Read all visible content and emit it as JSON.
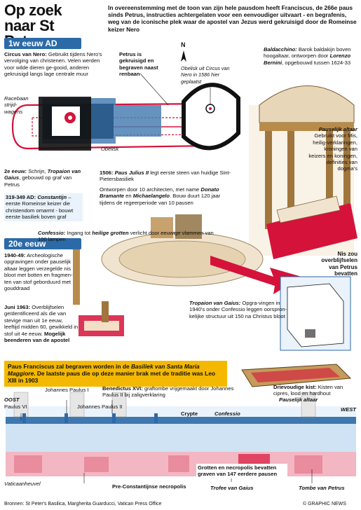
{
  "title_line1": "Op zoek",
  "title_line2": "naar St Petrus",
  "intro": "In overeenstemming met de toon van zijn hele pausdom heeft Franciscus, de 266e paus sinds Petrus, instructies achtergelaten voor een eenvoudiger uitvaart - en begrafenis, weg van de iconische plek waar de apostel van Jezus werd gekruisigd door de Romeinse keizer Nero",
  "section_1w": "1w eeuw AD",
  "section_20e": "20e eeuw",
  "circus_head": "Circus van Nero:",
  "circus_text": "Gebruikt tijdens Nero's vervolging van christenen. Velen werden voor wilde dieren ge-gooid, anderen gekruisigd langs lage centrale muur",
  "racebaan": "Racebaan strijd-wagens",
  "petrus_label": "Petrus is gekruisigd en begraven naast renbaan",
  "obelisk_uit": "Obelisk uit Circus van Nero in 1586 hier geplaatst",
  "obelisk": "Obelisk",
  "compass_n": "N",
  "eeuw2_head": "2e eeuw:",
  "eeuw2_text": "Schrijn,",
  "eeuw2_tropaion": "Tropaion van Gaius",
  "eeuw2_text2": ", gebouwd op graf van Petrus",
  "c319_head": "319-349 AD:",
  "c319_name": "Constantijn",
  "c319_text": "– eerste Romeinse keizer die christendom omarmt - bouwt eerste basiliek boven graf",
  "y1506_head": "1506:",
  "y1506_name": "Paus Julius II",
  "y1506_text": "legt eerste steen van huidige Sint-Pietersbasiliek",
  "ontworpen_a": "Ontworpen door 10 architecten, met name",
  "ontworpen_b": "Donato Bramante",
  "ontworpen_c": "en",
  "ontworpen_d": "Michaelangelo",
  "ontworpen_e": ". Bouw duurt 120 jaar tijdens de regeerperiode van 10 pausen",
  "confessio_head": "Confessio:",
  "confessio_text_a": "Ingang tot",
  "confessio_text_b": "heilige grotten",
  "confessio_text_c": "verlicht door eeuwige vlammen van 100 lampen",
  "baldac_head": "Baldacchino:",
  "baldac_text": "Barok baldakijn boven hoogaltaar, ontworpen door",
  "baldac_name": "Lorenzo Bernini",
  "baldac_text2": ", opgebouwd tussen 1624-33",
  "altaar_head": "Pauselijk altaar",
  "altaar_text": "Gebruikt voor Mis, heilig-verklaringen, kroningen van keizers en koningen, definities van dogma's",
  "nis_text": "Nis zou overblijfselen van Petrus bevatten",
  "y1940_head": "1940-49:",
  "y1940_text": "Archeologische opgravingen onder pauselijk altaar leggen verzegelde nis bloot met botten en fragmen-ten van stof geborduurd met gouddraad",
  "y1963_head": "Juni 1963:",
  "y1963_text": "Overblijfselen geïdentificeerd als die van stevige man uit 1e eeuw, leeftijd midden 60, gewikkeld in stof uit 4e eeuw.",
  "y1963_bold": "Mogelijk beenderen van de apostel",
  "tropaion_head": "Tropaion van Gaius:",
  "tropaion_text": "Opgra-vingen in 1940's onder Confessio leggen oorspron-kelijke structuur uit 150 na Christus bloot",
  "francis_a": "Paus Franciscus zal begraven worden in de",
  "francis_b": "Basiliek van Santa Maria Maggiore",
  "francis_c": ". De laatste paus die op deze manier brak met de traditie was Leo XIII in 1903",
  "kist_head": "Drievoudige kist:",
  "kist_text": "Kisten van cipres, lood en hardhout",
  "jp1": "Johannes Paulus I",
  "bxvi_a": "Benedictus XVI:",
  "bxvi_b": "graftombe vrijgemaakt door Johannes Paulus II bij zaligverklaring",
  "oost": "OOST",
  "west": "WEST",
  "paulus6": "Paulus VI",
  "jp2": "Johannes Paulus II",
  "crypte": "Crypte",
  "confessio_lbl": "Confessio",
  "altaar_lbl": "Pauselijk altaar",
  "grotten": "Grotten en necropolis bevatten graven van 147 eerdere pausen",
  "vaticaan": "Vaticaanheuvel",
  "pre": "Pre-Constantijnse necropolis",
  "trofee": "Trofee van Gaius",
  "tombe": "Tombe van Petrus",
  "bronnen": "Bronnen: St Peter's Basilica, Margherita Guarducci, Vatican Press Office",
  "copyright": "© GRAPHIC NEWS",
  "colors": {
    "accent": "#2c6aa7",
    "highlight": "#f5b800",
    "red": "#d5123a",
    "pink": "#f3b7c3",
    "lightblue": "#cfe3f4",
    "stone": "#e8d6b8"
  }
}
